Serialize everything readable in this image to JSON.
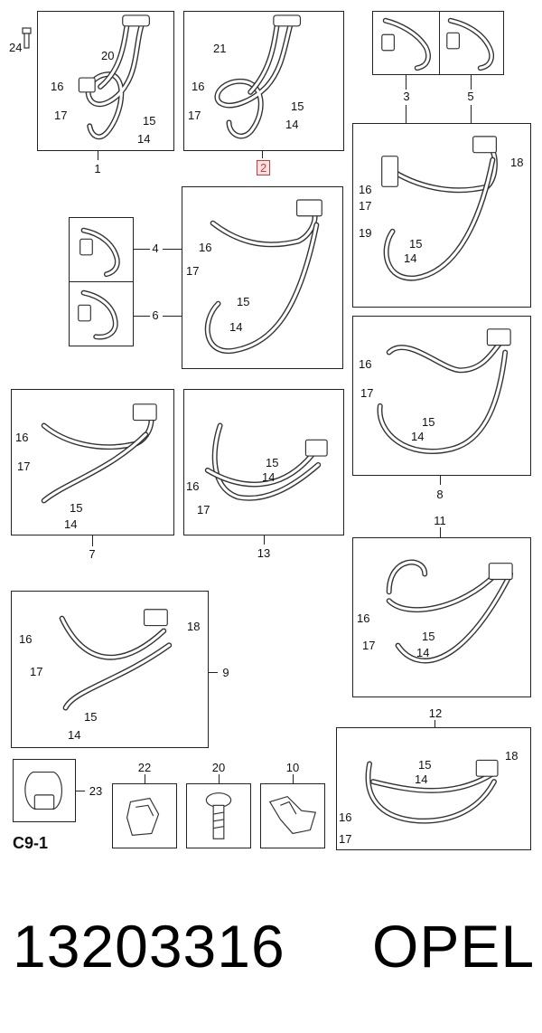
{
  "diagram": {
    "panels": {
      "p1": {
        "caption": "1",
        "labels": [
          "20",
          "16",
          "17",
          "15",
          "14"
        ]
      },
      "p2": {
        "caption": "2",
        "labels": [
          "21",
          "16",
          "17",
          "15",
          "14"
        ]
      },
      "p3": {
        "caption": "3"
      },
      "p5": {
        "caption": "5"
      },
      "p35": {
        "labels": [
          "18",
          "16",
          "17",
          "19",
          "15",
          "14"
        ]
      },
      "p46": {
        "labels": [
          "16",
          "17",
          "15",
          "14"
        ]
      },
      "p4": {
        "caption": "4"
      },
      "p6": {
        "caption": "6"
      },
      "p8": {
        "caption": "8",
        "labels": [
          "16",
          "17",
          "15",
          "14"
        ]
      },
      "p7": {
        "caption": "7",
        "labels": [
          "16",
          "17",
          "15",
          "14"
        ]
      },
      "p13": {
        "caption": "13",
        "labels": [
          "15",
          "14",
          "16",
          "17"
        ]
      },
      "p11": {
        "caption": "11",
        "labels": [
          "16",
          "17",
          "15",
          "14"
        ]
      },
      "p9": {
        "caption": "9",
        "labels": [
          "18",
          "16",
          "17",
          "15",
          "14"
        ]
      },
      "p12": {
        "caption": "12",
        "labels": [
          "15",
          "14",
          "18",
          "16",
          "17"
        ]
      },
      "p23": {
        "caption": "23"
      },
      "p22": {
        "caption": "22"
      },
      "p20": {
        "caption": "20"
      },
      "p10": {
        "caption": "10"
      }
    },
    "loose_part": "24",
    "section_code": "C9-1"
  },
  "footer": {
    "part_number": "13203316",
    "brand": "OPEL"
  }
}
